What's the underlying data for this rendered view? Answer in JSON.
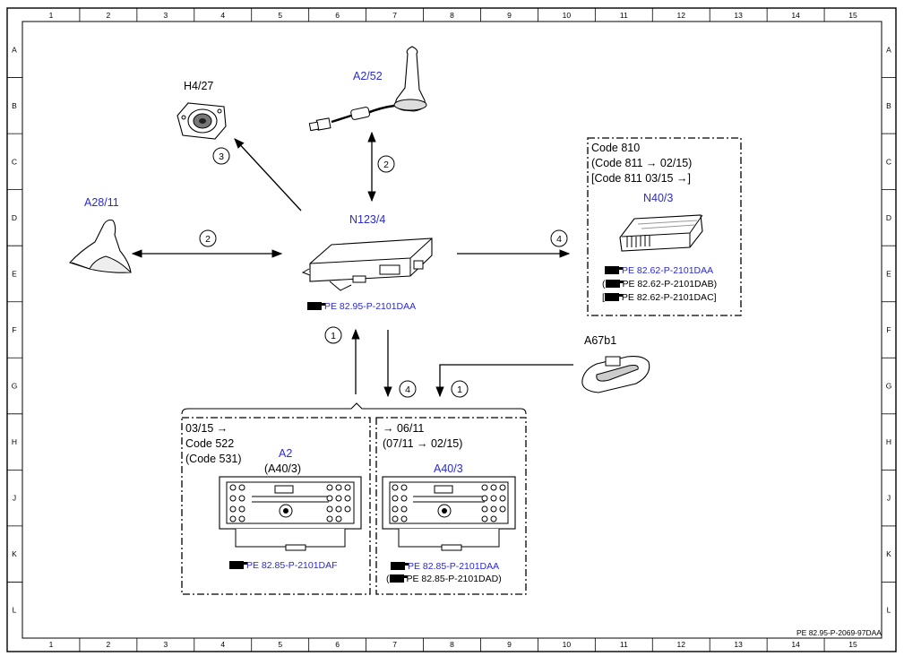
{
  "border": {
    "columns": [
      "1",
      "2",
      "3",
      "4",
      "5",
      "6",
      "7",
      "8",
      "9",
      "10",
      "11",
      "12",
      "13",
      "14",
      "15"
    ],
    "rows": [
      "A",
      "B",
      "C",
      "D",
      "E",
      "F",
      "G",
      "H",
      "J",
      "K",
      "L"
    ]
  },
  "components": {
    "h4_27": {
      "label": "H4/27"
    },
    "a2_52": {
      "label": "A2/52"
    },
    "a28_11": {
      "label": "A28/11"
    },
    "n123_4": {
      "label": "N123/4",
      "ref": "PE 82.95-P-2101DAA"
    },
    "a67b1": {
      "label": "A67b1"
    },
    "box_n40": {
      "lines": [
        "Code 810",
        "(Code 811 → 02/15)",
        "[Code 811  03/15 →]"
      ],
      "label": "N40/3",
      "refs": [
        "PE 82.62-P-2101DAA",
        "PE 82.62-P-2101DAB)",
        "PE 82.62-P-2101DAC]"
      ],
      "ref_prefixes": [
        "",
        "(",
        "["
      ]
    },
    "box_a2": {
      "lines": [
        "03/15 →",
        "Code 522",
        "(Code 531)"
      ],
      "label": "A2",
      "sublabel": "(A40/3)",
      "ref": "PE 82.85-P-2101DAF"
    },
    "box_a40": {
      "lines": [
        "→ 06/11",
        "(07/11 → 02/15)"
      ],
      "label": "A40/3",
      "refs": [
        "PE 82.85-P-2101DAA",
        "PE 82.85-P-2101DAD)"
      ],
      "ref_prefixes": [
        "",
        "("
      ]
    }
  },
  "connections": {
    "n123_h4": "3",
    "n123_a2_52": "2",
    "n123_a28": "2",
    "n123_n40": "4",
    "a2_to_n123": "1",
    "n123_to_a2": "4",
    "a67_to_a40": "1"
  },
  "footer": {
    "doc_id": "PE 82.95-P-2069-97DAA"
  },
  "colors": {
    "label_blue": "#2a2ad6",
    "line": "#000000"
  },
  "icons": {
    "reference": "pointing-hand-icon"
  }
}
